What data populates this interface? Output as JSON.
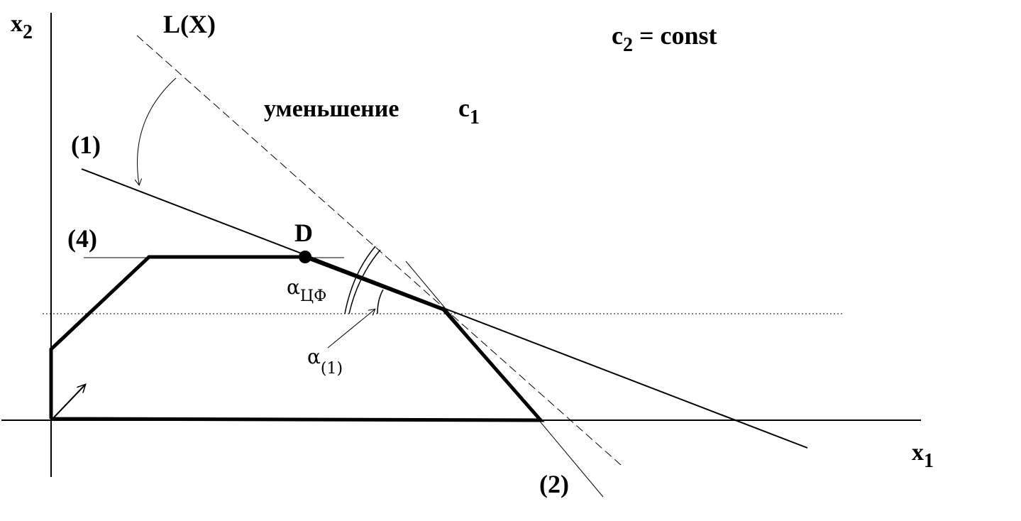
{
  "labels": {
    "x2_axis": "x",
    "x2_sub": "2",
    "x1_axis": "x",
    "x1_sub": "1",
    "objective": "L(X)",
    "constraint_1": "(1)",
    "constraint_2": "(2)",
    "constraint_4": "(4)",
    "point_D": "D",
    "c2_c": "c",
    "c2_sub": "2",
    "c2_rest": " = const",
    "decrease_text": "уменьшение",
    "c1_c": "c",
    "c1_sub": "1",
    "alpha_cf": "α",
    "alpha_cf_sub": "ЦФ",
    "alpha_1": "α",
    "alpha_1_sub": "(1)"
  },
  "colors": {
    "ink": "#000000",
    "background": "#ffffff"
  }
}
